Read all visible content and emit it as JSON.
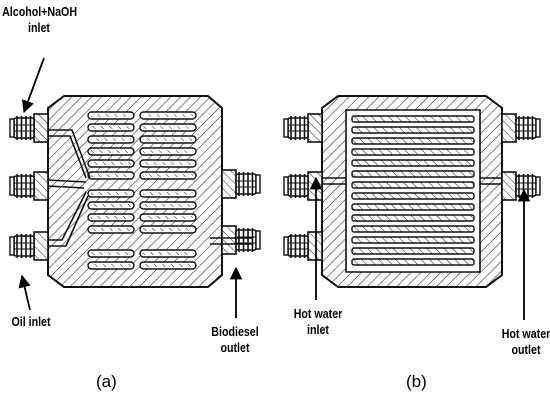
{
  "diagram_a": {
    "caption": "(a)",
    "labels": {
      "alcohol_inlet": [
        "Alcohol+NaOH",
        "inlet"
      ],
      "oil_inlet": [
        "Oil inlet"
      ],
      "biodiesel_outlet": [
        "Biodiesel",
        "outlet"
      ]
    }
  },
  "diagram_b": {
    "caption": "(b)",
    "labels": {
      "hot_water_inlet": [
        "Hot water",
        "inlet"
      ],
      "hot_water_outlet": [
        "Hot water",
        "outlet"
      ]
    }
  },
  "colors": {
    "stroke": "#1a1a1a",
    "background": "#ffffff"
  }
}
